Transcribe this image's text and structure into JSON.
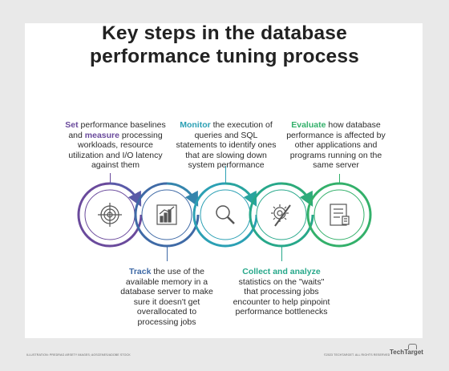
{
  "title": {
    "line1": "Key steps in the database",
    "line2": "performance tuning process"
  },
  "steps": [
    {
      "color": "#6a4a9c",
      "icon": "target-icon",
      "text_html": "<b style=\"color:#6a4a9c\">Set</b> performance baselines and <b style=\"color:#6a4a9c\">measure</b> processing workloads, resource utilization and I/O latency against them"
    },
    {
      "color": "#3f6aa6",
      "icon": "bar-chart-icon",
      "text_html": "<b style=\"color:#3f6aa6\">Track</b> the use of the available memory in a database server to make sure it doesn't get overallocated to processing jobs"
    },
    {
      "color": "#2ba0b4",
      "icon": "magnifier-icon",
      "text_html": "<b style=\"color:#2ba0b4\">Monitor</b> the execution of queries and SQL statements to identify ones that are slowing down system performance"
    },
    {
      "color": "#27a88a",
      "icon": "gear-wrench-icon",
      "text_html": "<b style=\"color:#27a88a\">Collect and analyze</b> statistics on the \"waits\" that processing jobs encounter to help pinpoint performance bottlenecks"
    },
    {
      "color": "#33b06a",
      "icon": "checklist-icon",
      "text_html": "<b style=\"color:#33b06a\">Evaluate</b> how database performance is affected by other applications and programs running on the same server"
    }
  ],
  "footer": {
    "credit": "ILLUSTRATION: PREDRAG ARSETY IMAGES; AOSCENES/ADOBE STOCK",
    "copyright": "©2023 TECHTARGET. ALL RIGHTS RESERVED",
    "brand": "TechTarget"
  }
}
